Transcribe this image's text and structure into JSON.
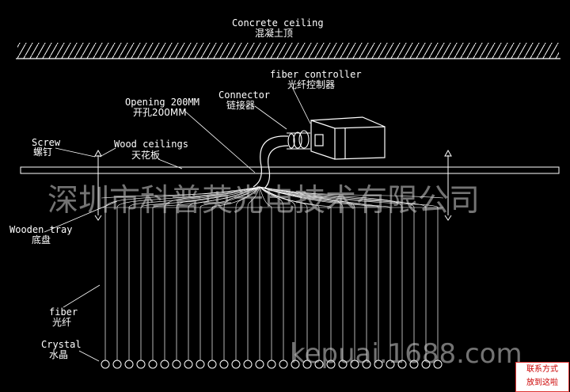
{
  "labels": {
    "concrete_en": "Concrete ceiling",
    "concrete_cn": "混凝土顶",
    "controller_en": "fiber controller",
    "controller_cn": "光纤控制器",
    "connector_en": "Connector",
    "connector_cn": "链接器",
    "opening_en": "Opening 200MM",
    "opening_cn": "开孔200MM",
    "screw_en": "Screw",
    "screw_cn": "螺钉",
    "wood_en": "Wood ceilings",
    "wood_cn": "天花板",
    "tray_en": "Wooden tray",
    "tray_cn": "底盘",
    "fiber_en": "fiber",
    "fiber_cn": "光纤",
    "crystal_en": "Crystal",
    "crystal_cn": "水晶"
  },
  "watermark": {
    "company": "深圳市科普英光电技术有限公司",
    "site": "kepuai.1688.com"
  },
  "contact": {
    "line1": "联系方式",
    "line2": "放到这啦"
  },
  "fiber_count": 29
}
